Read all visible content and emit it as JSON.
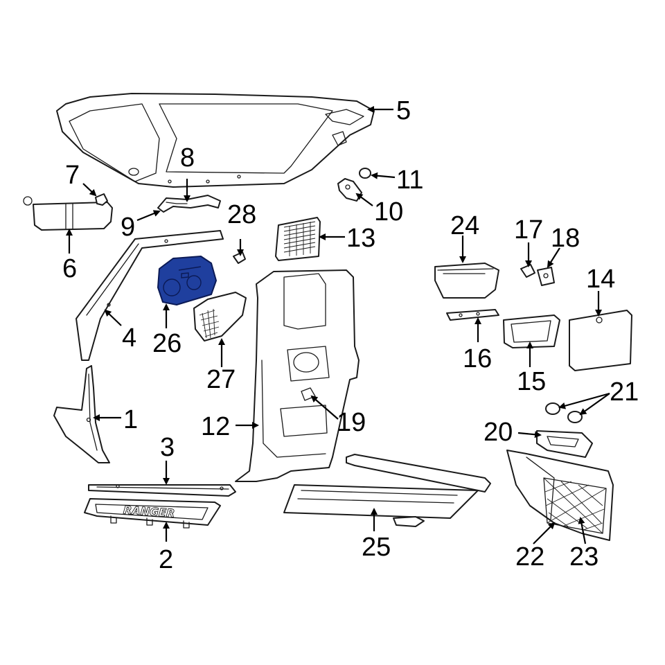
{
  "diagram": {
    "highlight_color": "#1f3f9e",
    "callouts": [
      "1",
      "2",
      "3",
      "4",
      "5",
      "6",
      "7",
      "8",
      "9",
      "10",
      "11",
      "12",
      "13",
      "14",
      "15",
      "16",
      "17",
      "18",
      "19",
      "20",
      "21",
      "22",
      "23",
      "24",
      "25",
      "26",
      "27",
      "28"
    ],
    "highlighted_part": "26",
    "sill_plate_stamp": "RANGER"
  }
}
